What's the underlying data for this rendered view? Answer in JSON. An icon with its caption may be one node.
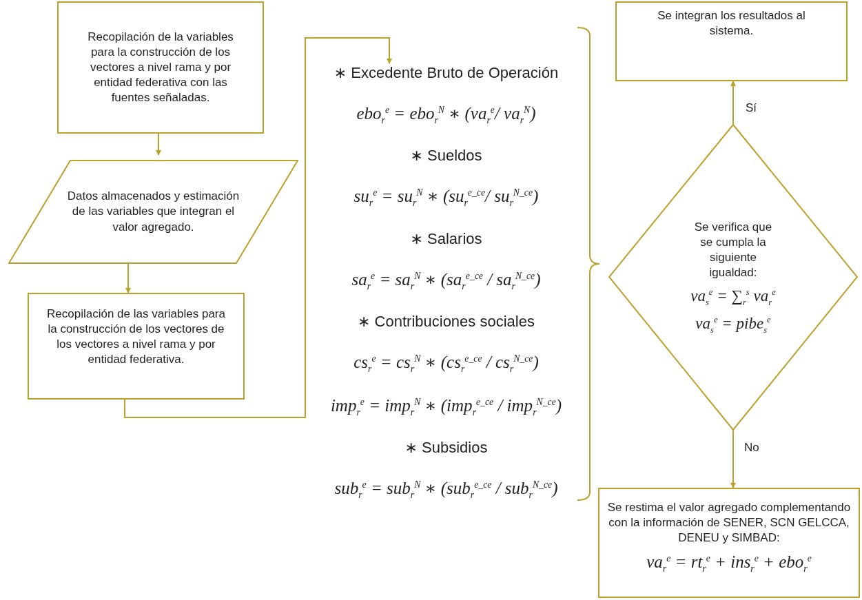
{
  "diagram": {
    "nodes": [
      {
        "text": [
          "Recopilación de la variables para la construcción de los vectores a nivel rama y por entidad federativa con las fuentes señaladas."
        ]
      },
      {
        "text": [
          "Datos almacenados y estimación de las variables que integran el valor agregado."
        ]
      },
      {
        "text": [
          "Recopilación de las variables para la construcción de los vectores de los vectores a nivel rama y por entidad federativa."
        ]
      },
      {
        "text": [
          "∗ Excedente Bruto de Operación",
          "ebo$_{r}$$^{e}$ = ebo$_{r}$$^{N}$  ∗  (va$_{r}$$^{e}$/ va$_{r}$$^{N}$)",
          "∗ Sueldos",
          "su$_{r}$$^{e}$ = su$_{r}$$^{N}$  ∗  (su$_{r}$$^{e_ce}$/ su$_{r}$$^{N_ce}$)",
          "∗ Salarios",
          "sa$_{r}$$^{e}$ = sa$_{r}$$^{N}$  ∗  (sa$_{r}$$^{e_ce}$ / sa$_{r}$$^{N_ce}$)",
          "∗ Contribuciones sociales",
          "cs$_{r}$$^{e}$ = cs$_{r}$$^{N}$  ∗  (cs$_{r}$$^{e_ce}$ / cs$_{r}$$^{N_ce}$)",
          "imp$_{r}$$^{e}$ = imp$_{r}$$^{N}$  ∗  (imp$_{r}$$^{e_ce}$ / imp$_{r}$$^{N_ce}$)",
          "∗ Subsidios",
          "sub$_{r}$$^{e}$ = sub$_{r}$$^{N}$  ∗  (sub$_{r}$$^{e_ce}$ / sub$_{r}$$^{N_ce}$)"
        ]
      },
      {
        "text": [
          "Se integran los resultados al sistema."
        ]
      },
      {
        "text": [
          "Se verifica que se cumpla la siguiente igualdad:",
          "va$_{s}$$^{e}$ = ∑$_{r}$$^{s}$ va$_{r}$$^{e}$",
          "va$_{s}$$^{e}$ = pibe$_{s}$$^{e}$"
        ]
      },
      {
        "text": [
          "Se restima el valor agregado complementando con la información de SENER, SCN GELCCA, DENEU y SIMBAD:",
          "va$_{r}$$^{e}$ = rt$_{r}$$^{e}$ + ins$_{r}$$^{e}$ + ebo$_{r}$$^{e}$"
        ]
      }
    ],
    "edges": [
      {
        "from": 0,
        "to": 1,
        "arrow": "to"
      },
      {
        "from": 1,
        "to": 2,
        "arrow": "to"
      },
      {
        "from": 2,
        "to": 3,
        "arrow": "to"
      },
      {
        "from": 5,
        "to": 4,
        "arrow": "to",
        "label": "Sí"
      },
      {
        "from": 5,
        "to": 6,
        "arrow": "to",
        "label": "No"
      }
    ]
  }
}
